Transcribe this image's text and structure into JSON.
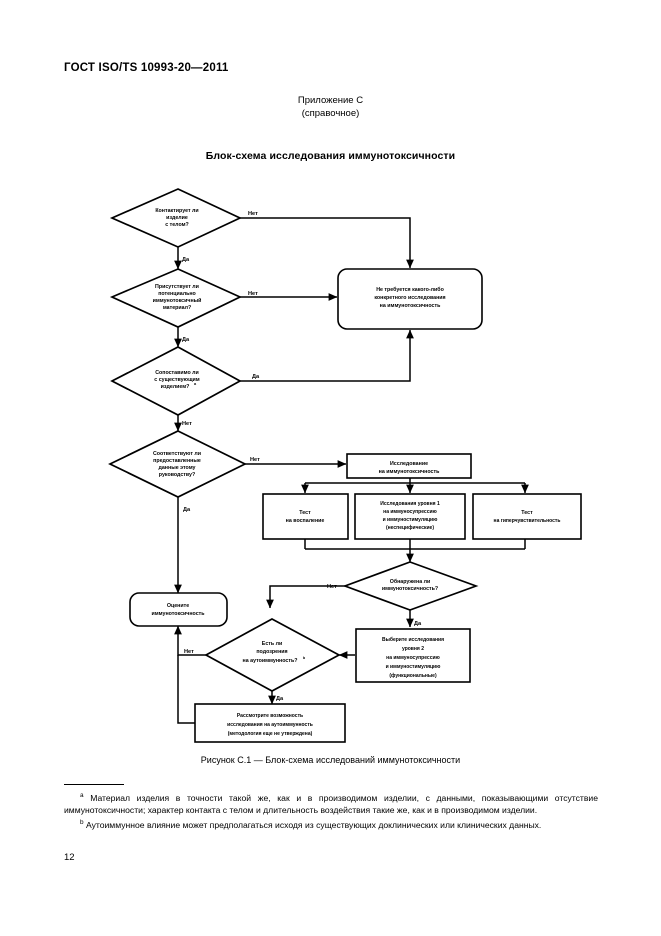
{
  "document": {
    "standard_header": "ГОСТ ISO/TS 10993-20—2011",
    "annex_title": "Приложение С",
    "annex_subtitle": "(справочное)",
    "section_heading": "Блок-схема исследования иммунотоксичности",
    "figure_caption": "Рисунок С.1 — Блок-схема исследований иммунотоксичности",
    "page_number": "12"
  },
  "footnotes": [
    {
      "marker": "a",
      "text": "Материал изделия в точности такой же, как и в производимом изделии, с данными, показывающими отсутствие иммунотоксичности; характер контакта с телом и длительность воздействия такие же, как и в производимом изделии."
    },
    {
      "marker": "b",
      "text": "Аутоиммунное влияние может предполагаться исходя из существующих доклинических или клинических данных."
    }
  ],
  "flowchart": {
    "type": "flowchart",
    "nodes": [
      {
        "id": "d1",
        "shape": "diamond",
        "lines": [
          "Контактирует ли",
          "изделие",
          "с телом?"
        ]
      },
      {
        "id": "d2",
        "shape": "diamond",
        "lines": [
          "Присутствует ли",
          "потенциально",
          "иммунотоксичный",
          "материал?"
        ]
      },
      {
        "id": "d3",
        "shape": "diamond",
        "lines": [
          "Сопоставимо ли",
          "с существующим",
          "изделием?"
        ],
        "superscript": "a"
      },
      {
        "id": "d4",
        "shape": "diamond",
        "lines": [
          "Соответствуют ли",
          "предоставленные",
          "данные этому",
          "руководству?"
        ]
      },
      {
        "id": "b_no_test",
        "shape": "rounded-box",
        "lines": [
          "Не требуется какого-либо",
          "конкретного исследования",
          "на иммунотоксичность"
        ]
      },
      {
        "id": "b_study",
        "shape": "box",
        "lines": [
          "Исследование",
          "на иммунотоксичность"
        ]
      },
      {
        "id": "b_inflam",
        "shape": "box",
        "lines": [
          "Тест",
          "на воспаление"
        ]
      },
      {
        "id": "b_level1",
        "shape": "box",
        "lines": [
          "Исследования уровня 1",
          "на иммуносупрессию",
          "и иммуностимуляцию",
          "(неспецифические)"
        ]
      },
      {
        "id": "b_hyper",
        "shape": "box",
        "lines": [
          "Тест",
          "на гиперчувствительность"
        ]
      },
      {
        "id": "d5",
        "shape": "diamond",
        "lines": [
          "Обнаружена ли",
          "иммунотоксичность?"
        ]
      },
      {
        "id": "b_assess",
        "shape": "rounded-box",
        "lines": [
          "Оцените",
          "иммунотоксичность"
        ]
      },
      {
        "id": "d6",
        "shape": "diamond",
        "lines": [
          "Есть ли",
          "подозрения",
          "на аутоиммунность?"
        ],
        "superscript": "b"
      },
      {
        "id": "b_level2",
        "shape": "box",
        "lines": [
          "Выберите исследования",
          "уровня 2",
          "на иммуносупрессию",
          "и иммуностимуляцию",
          "(функциональные)"
        ]
      },
      {
        "id": "b_autoimmune",
        "shape": "box",
        "lines": [
          "Рассмотрите возможность",
          "исследования на аутоиммунность",
          "(методология еще не утверждена)"
        ]
      }
    ],
    "edge_labels": {
      "d1_no": "Нет",
      "d1_yes": "Да",
      "d2_no": "Нет",
      "d2_yes": "Да",
      "d3_yes": "Да",
      "d3_no": "Нет",
      "d4_no": "Нет",
      "d4_yes": "Да",
      "d5_no": "Нет",
      "d5_yes": "Да",
      "d6_no": "Нет",
      "d6_yes": "Да"
    }
  }
}
